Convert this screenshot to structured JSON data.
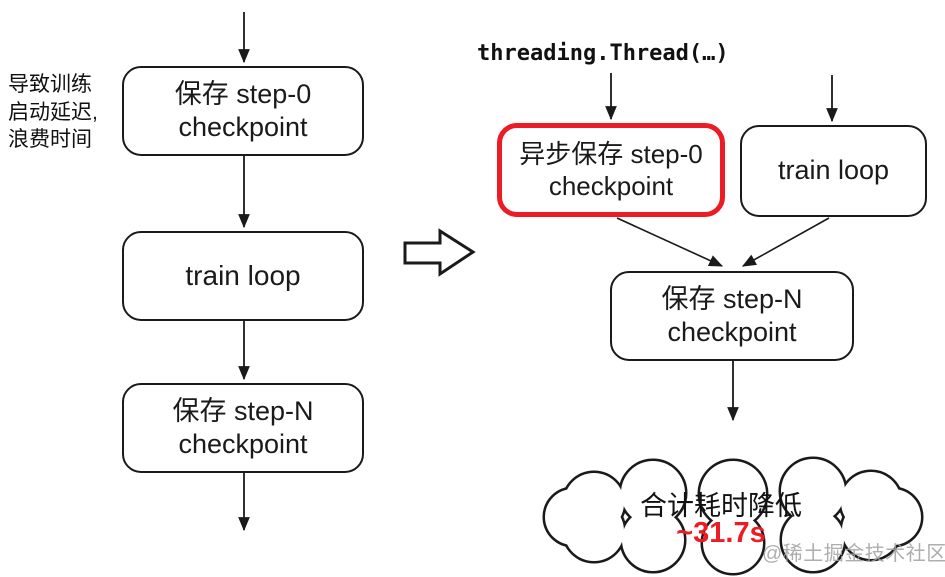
{
  "colors": {
    "highlight_red": "#ed1c24",
    "line_black": "#1a1a1a",
    "watermark_gray": "#a0a0a0"
  },
  "left_flow": {
    "annotation": {
      "line1": "导致训练",
      "line2": "启动延迟,",
      "line3": "浪费时间"
    },
    "box_step0": {
      "line1": "保存 step-0",
      "line2": "checkpoint"
    },
    "box_train": {
      "label": "train loop"
    },
    "box_stepN": {
      "line1": "保存 step-N",
      "line2": "checkpoint"
    }
  },
  "right_flow": {
    "thread_label": "threading.Thread(…)",
    "box_async_step0": {
      "line1": "异步保存 step-0",
      "line2": "checkpoint"
    },
    "box_train": {
      "label": "train loop"
    },
    "box_stepN": {
      "line1": "保存 step-N",
      "line2": "checkpoint"
    },
    "cloud": {
      "line1": "合计耗时降低",
      "time": "~31.7s"
    }
  },
  "watermark": "@稀土掘金技术社区"
}
